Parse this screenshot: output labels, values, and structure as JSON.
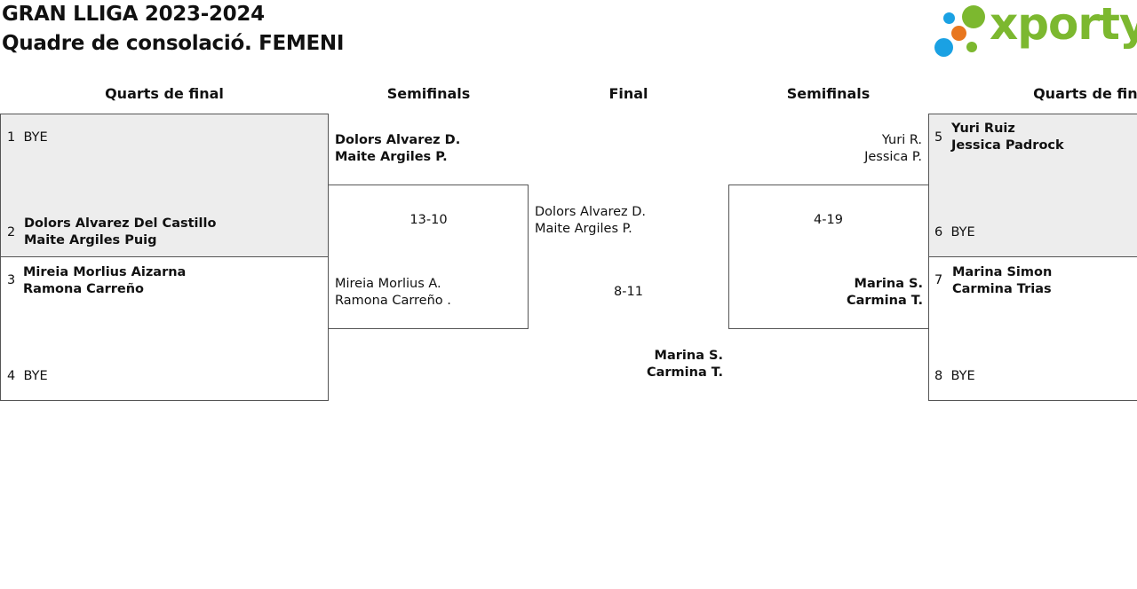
{
  "header": {
    "title_line1": "GRAN LLIGA 2023-2024",
    "title_line2": "Quadre de consolació. FEMENI"
  },
  "logo": {
    "text": "xporty",
    "colors": {
      "green": "#7cb82f",
      "blue": "#1aa1e3",
      "orange": "#e8761e"
    }
  },
  "rounds": {
    "left_qf": "Quarts de final",
    "left_sf": "Semifinals",
    "final": "Final",
    "right_sf": "Semifinals",
    "right_qf": "Quarts de final"
  },
  "left_qf": {
    "s1": {
      "num": "1",
      "line1": "BYE"
    },
    "s2": {
      "num": "2",
      "line1": "Dolors Alvarez Del Castillo",
      "line2": "Maite Argiles Puig"
    },
    "s3": {
      "num": "3",
      "line1": "Mireia Morlius Aizarna",
      "line2": "Ramona Carreño"
    },
    "s4": {
      "num": "4",
      "line1": "BYE"
    }
  },
  "left_sf": {
    "top": {
      "line1": "Dolors Alvarez D.",
      "line2": "Maite Argiles P."
    },
    "score": "13-10",
    "bottom": {
      "line1": "Mireia Morlius A.",
      "line2": "Ramona Carreño ."
    }
  },
  "final": {
    "top": {
      "line1": "Dolors Alvarez D.",
      "line2": "Maite Argiles P."
    },
    "score": "8-11",
    "winner": {
      "line1": "Marina S.",
      "line2": "Carmina T."
    }
  },
  "right_sf": {
    "top": {
      "line1": "Yuri R.",
      "line2": "Jessica P."
    },
    "score": "4-19",
    "bottom": {
      "line1": "Marina S.",
      "line2": "Carmina T."
    }
  },
  "right_qf": {
    "s5": {
      "num": "5",
      "line1": "Yuri Ruiz",
      "line2": "Jessica Padrock"
    },
    "s6": {
      "num": "6",
      "line1": "BYE"
    },
    "s7": {
      "num": "7",
      "line1": "Marina Simon",
      "line2": "Carmina Trias"
    },
    "s8": {
      "num": "8",
      "line1": "BYE"
    }
  }
}
